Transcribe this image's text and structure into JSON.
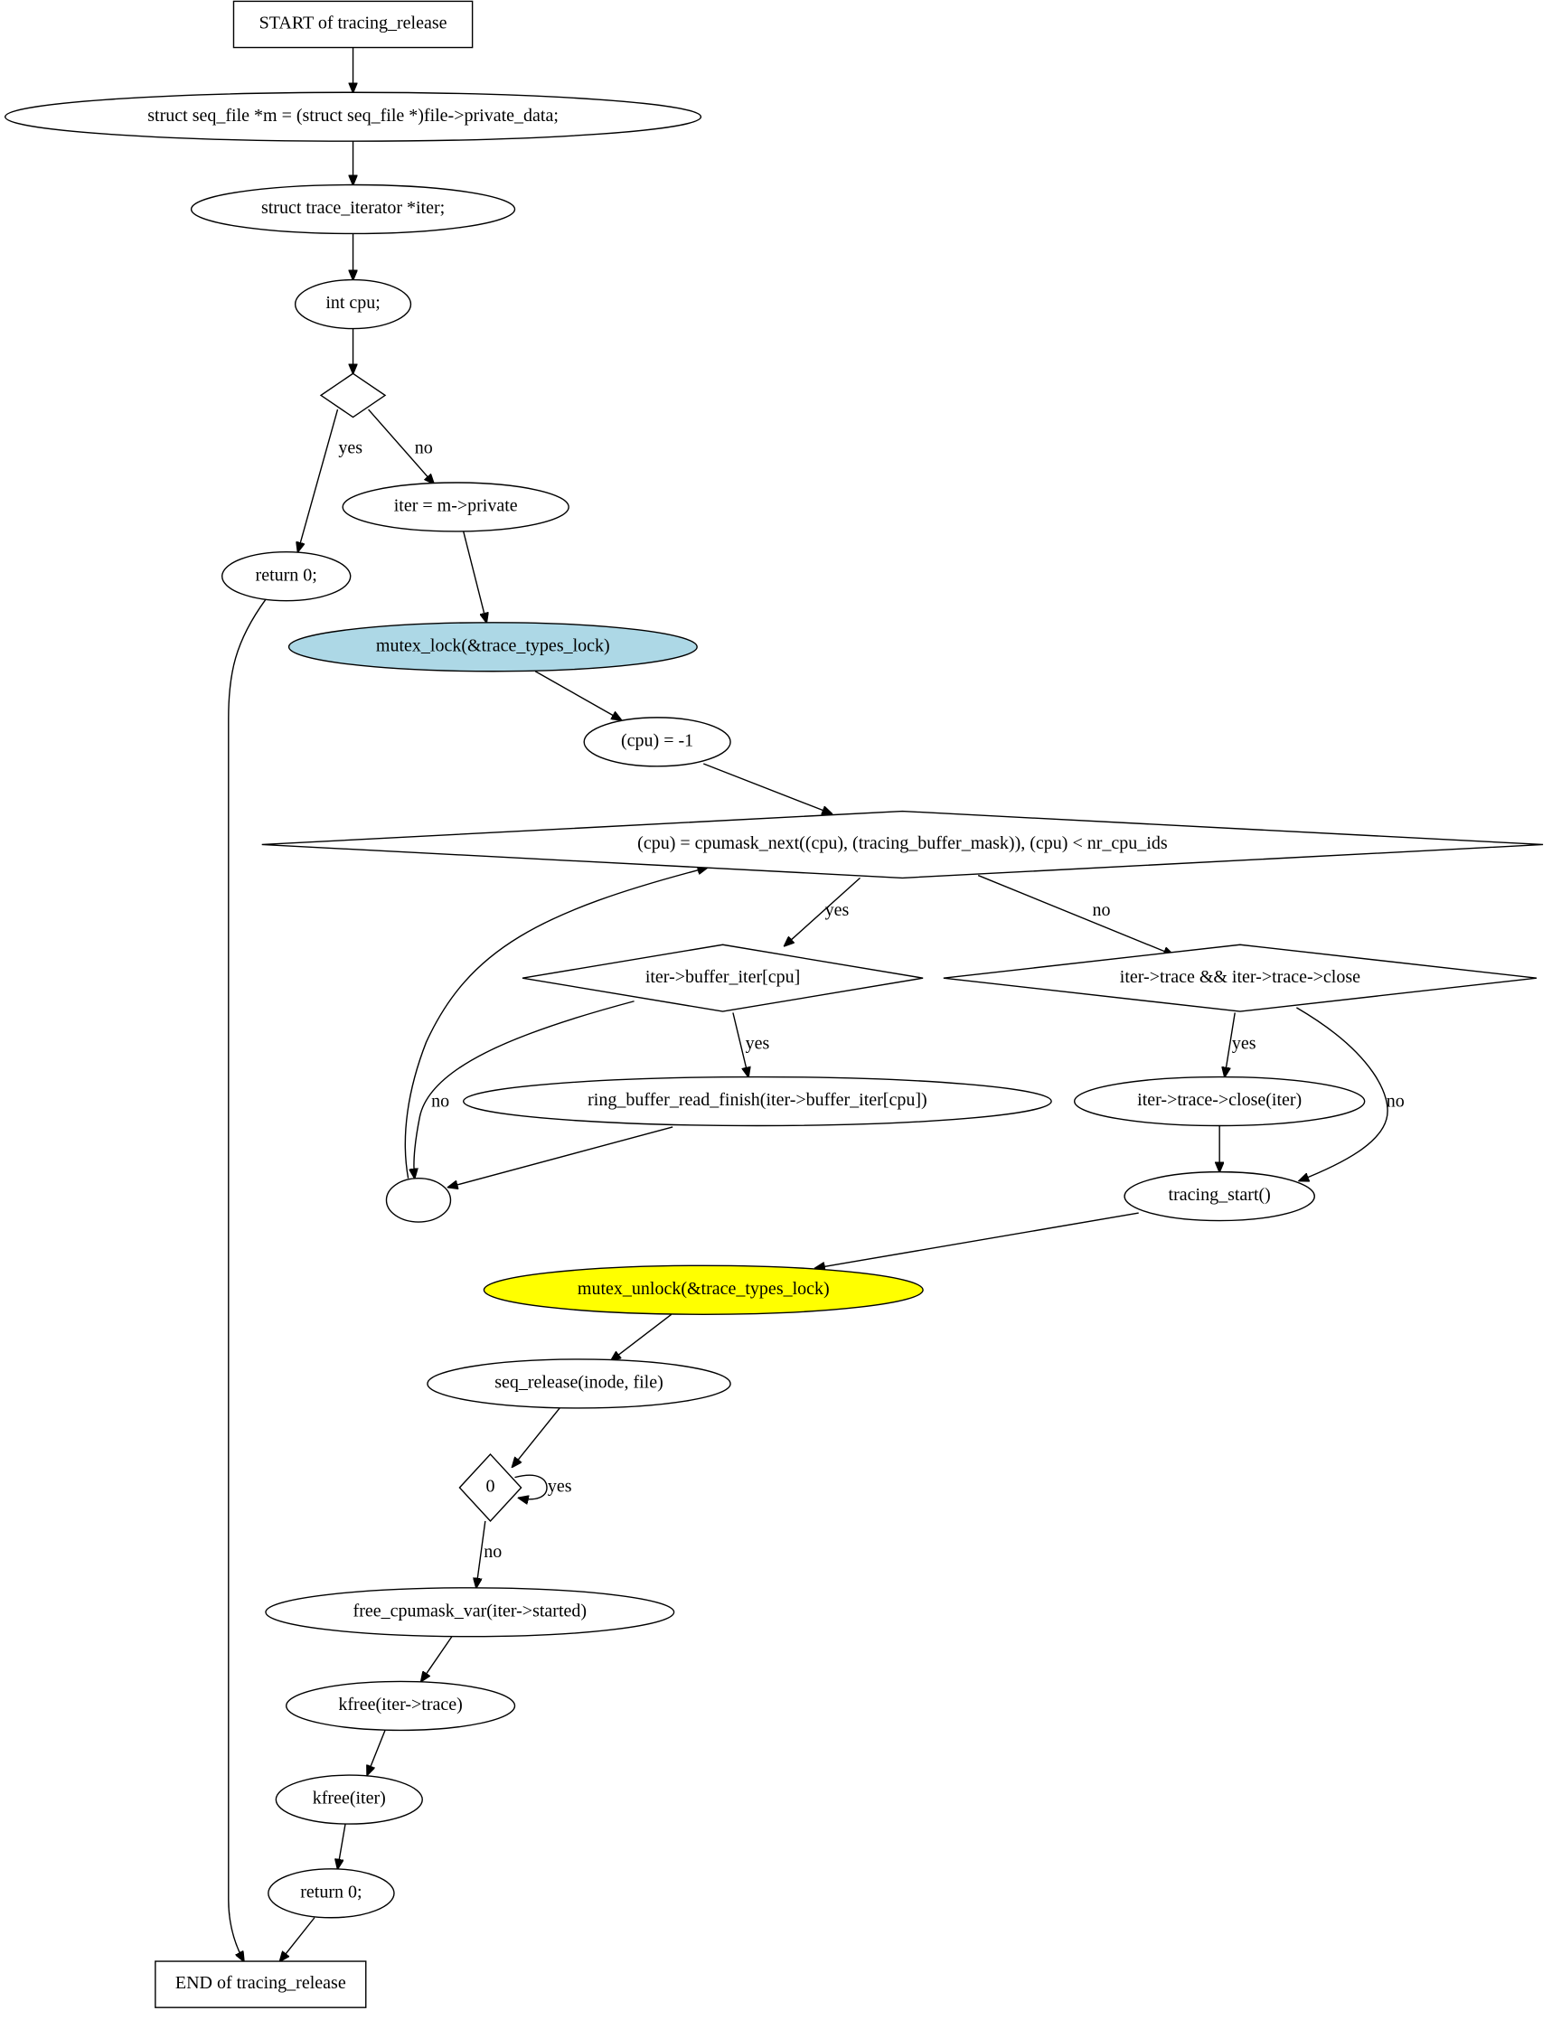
{
  "nodes": [
    {
      "id": "start",
      "shape": "rect",
      "label": "START of tracing_release"
    },
    {
      "id": "n1",
      "shape": "ellipse",
      "label": "struct seq_file *m = (struct seq_file *)file->private_data;"
    },
    {
      "id": "n2",
      "shape": "ellipse",
      "label": "struct trace_iterator *iter;"
    },
    {
      "id": "n3",
      "shape": "ellipse",
      "label": "int cpu;"
    },
    {
      "id": "d1",
      "shape": "diamond",
      "label": ""
    },
    {
      "id": "ret1",
      "shape": "ellipse",
      "label": "return 0;"
    },
    {
      "id": "n4",
      "shape": "ellipse",
      "label": "iter = m->private"
    },
    {
      "id": "lock",
      "shape": "ellipse",
      "label": "mutex_lock(&trace_types_lock)",
      "fill": "#add8e6"
    },
    {
      "id": "n5",
      "shape": "ellipse",
      "label": "(cpu) = -1"
    },
    {
      "id": "loop",
      "shape": "diamond",
      "label": "(cpu) = cpumask_next((cpu), (tracing_buffer_mask)), (cpu) < nr_cpu_ids"
    },
    {
      "id": "d2",
      "shape": "diamond",
      "label": "iter->buffer_iter[cpu]"
    },
    {
      "id": "d3",
      "shape": "diamond",
      "label": "iter->trace && iter->trace->close"
    },
    {
      "id": "n6",
      "shape": "ellipse",
      "label": "ring_buffer_read_finish(iter->buffer_iter[cpu])"
    },
    {
      "id": "n7",
      "shape": "ellipse",
      "label": "iter->trace->close(iter)"
    },
    {
      "id": "join",
      "shape": "ellipse",
      "label": ""
    },
    {
      "id": "n8",
      "shape": "ellipse",
      "label": "tracing_start()"
    },
    {
      "id": "unlock",
      "shape": "ellipse",
      "label": "mutex_unlock(&trace_types_lock)",
      "fill": "#ffff00"
    },
    {
      "id": "n9",
      "shape": "ellipse",
      "label": "seq_release(inode, file)"
    },
    {
      "id": "d4",
      "shape": "diamond",
      "label": "0"
    },
    {
      "id": "n10",
      "shape": "ellipse",
      "label": "free_cpumask_var(iter->started)"
    },
    {
      "id": "n11",
      "shape": "ellipse",
      "label": "kfree(iter->trace)"
    },
    {
      "id": "n12",
      "shape": "ellipse",
      "label": "kfree(iter)"
    },
    {
      "id": "ret2",
      "shape": "ellipse",
      "label": "return 0;"
    },
    {
      "id": "end",
      "shape": "rect",
      "label": "END of tracing_release"
    }
  ],
  "edges": [
    {
      "from": "start",
      "to": "n1",
      "label": ""
    },
    {
      "from": "n1",
      "to": "n2",
      "label": ""
    },
    {
      "from": "n2",
      "to": "n3",
      "label": ""
    },
    {
      "from": "n3",
      "to": "d1",
      "label": ""
    },
    {
      "from": "d1",
      "to": "ret1",
      "label": "yes"
    },
    {
      "from": "d1",
      "to": "n4",
      "label": "no"
    },
    {
      "from": "ret1",
      "to": "end",
      "label": ""
    },
    {
      "from": "n4",
      "to": "lock",
      "label": ""
    },
    {
      "from": "lock",
      "to": "n5",
      "label": ""
    },
    {
      "from": "n5",
      "to": "loop",
      "label": ""
    },
    {
      "from": "loop",
      "to": "d2",
      "label": "yes"
    },
    {
      "from": "loop",
      "to": "d3",
      "label": "no"
    },
    {
      "from": "d2",
      "to": "n6",
      "label": "yes"
    },
    {
      "from": "d2",
      "to": "join",
      "label": "no"
    },
    {
      "from": "n6",
      "to": "join",
      "label": ""
    },
    {
      "from": "join",
      "to": "loop",
      "label": ""
    },
    {
      "from": "d3",
      "to": "n7",
      "label": "yes"
    },
    {
      "from": "d3",
      "to": "n8",
      "label": "no"
    },
    {
      "from": "n7",
      "to": "n8",
      "label": ""
    },
    {
      "from": "n8",
      "to": "unlock",
      "label": ""
    },
    {
      "from": "unlock",
      "to": "n9",
      "label": ""
    },
    {
      "from": "n9",
      "to": "d4",
      "label": ""
    },
    {
      "from": "d4",
      "to": "d4",
      "label": "yes"
    },
    {
      "from": "d4",
      "to": "n10",
      "label": "no"
    },
    {
      "from": "n10",
      "to": "n11",
      "label": ""
    },
    {
      "from": "n11",
      "to": "n12",
      "label": ""
    },
    {
      "from": "n12",
      "to": "ret2",
      "label": ""
    },
    {
      "from": "ret2",
      "to": "end",
      "label": ""
    }
  ]
}
